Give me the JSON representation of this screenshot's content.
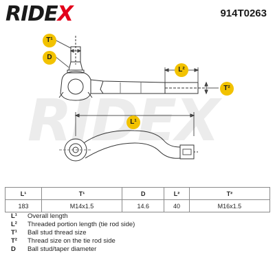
{
  "header": {
    "brand_logo": "RIDEX",
    "part_number": "914T0263"
  },
  "badges": {
    "t1": "T¹",
    "d": "D",
    "l2": "L²",
    "t2": "T²",
    "l1": "L¹"
  },
  "colors": {
    "accent": "#e2001a",
    "badge": "#f2c200",
    "line": "#333333"
  },
  "specs_table": {
    "headers": [
      "L¹",
      "T¹",
      "D",
      "L²",
      "T²"
    ],
    "values": [
      "183",
      "M14x1.5",
      "14.6",
      "40",
      "M16x1.5"
    ]
  },
  "legend": [
    {
      "key": "L¹",
      "desc": "Overall length"
    },
    {
      "key": "L²",
      "desc": "Threaded portion length (tie rod side)"
    },
    {
      "key": "T¹",
      "desc": "Ball stud thread size"
    },
    {
      "key": "T²",
      "desc": "Thread size on the tie rod side"
    },
    {
      "key": "D",
      "desc": "Ball stud/taper diameter"
    }
  ]
}
